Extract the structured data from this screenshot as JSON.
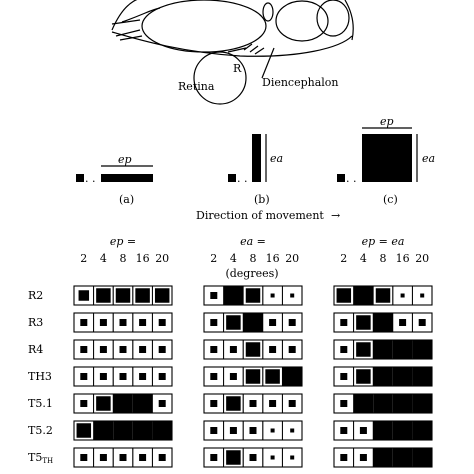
{
  "anatomy": {
    "label_r": "R",
    "label_retina": "Retina",
    "label_diencephalon": "Diencephalon"
  },
  "stimuli": {
    "label_ep": "ep",
    "label_ea_b": "ea",
    "label_ep_c": "ep",
    "label_ea_c": "ea",
    "caption_a": "(a)",
    "caption_b": "(b)",
    "caption_c": "(c)",
    "direction_text": "Direction of movement",
    "arrow_glyph": "→"
  },
  "grids": {
    "headers": [
      "ep =",
      "ea =",
      "ep = ea"
    ],
    "columns": [
      "2",
      "4",
      "8",
      "16",
      "20"
    ],
    "unit_label": "(degrees)",
    "rows": [
      "R2",
      "R3",
      "R4",
      "TH3",
      "T5.1",
      "T5.2",
      "T5"
    ],
    "last_row_subscript": "TH",
    "panels": [
      [
        [
          "M",
          "L",
          "L",
          "L",
          "L"
        ],
        [
          "S",
          "S",
          "S",
          "S",
          "S"
        ],
        [
          "S",
          "S",
          "S",
          "S",
          "S"
        ],
        [
          "S",
          "S",
          "S",
          "S",
          "S"
        ],
        [
          "S",
          "L",
          "F",
          "F",
          "S"
        ],
        [
          "L",
          "F",
          "F",
          "F",
          "F"
        ],
        [
          "S",
          "S",
          "S",
          "S",
          "S"
        ]
      ],
      [
        [
          "S",
          "F",
          "L",
          "T",
          "T"
        ],
        [
          "S",
          "L",
          "F",
          "S",
          "S"
        ],
        [
          "S",
          "S",
          "L",
          "S",
          "S"
        ],
        [
          "S",
          "S",
          "L",
          "L",
          "F"
        ],
        [
          "S",
          "L",
          "S",
          "S",
          "S"
        ],
        [
          "S",
          "S",
          "S",
          "T",
          "T"
        ],
        [
          "S",
          "L",
          "S",
          "T",
          "T"
        ]
      ],
      [
        [
          "L",
          "F",
          "L",
          "T",
          "T"
        ],
        [
          "S",
          "L",
          "F",
          "S",
          "S"
        ],
        [
          "S",
          "L",
          "F",
          "F",
          "F"
        ],
        [
          "S",
          "L",
          "F",
          "F",
          "F"
        ],
        [
          "S",
          "F",
          "F",
          "F",
          "F"
        ],
        [
          "S",
          "S",
          "F",
          "F",
          "F"
        ],
        [
          "S",
          "S",
          "F",
          "F",
          "F"
        ]
      ]
    ]
  }
}
